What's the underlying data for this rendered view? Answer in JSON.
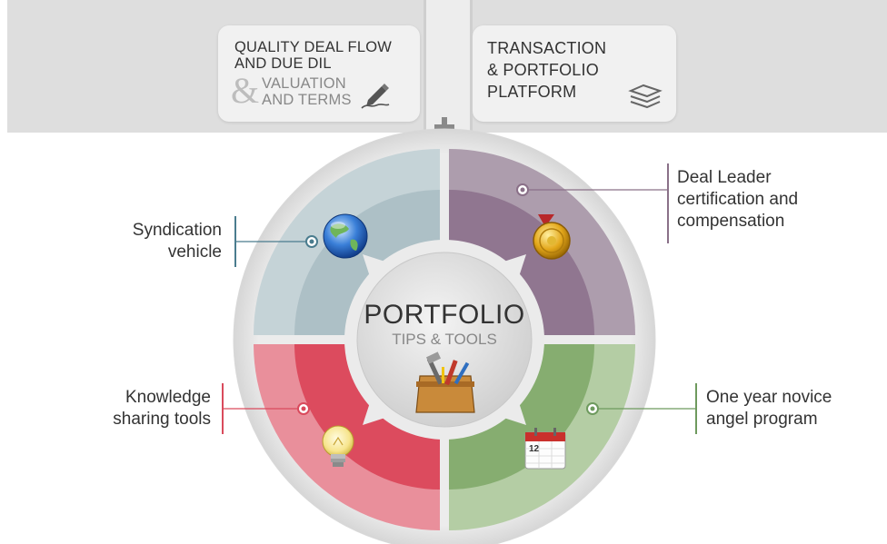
{
  "header": {
    "card_left": {
      "line1": "QUALITY DEAL FLOW",
      "line2": "AND DUE DIL",
      "ampersand": "&",
      "line3": "VALUATION",
      "line4": "AND TERMS",
      "icon": "pen-sign-icon"
    },
    "card_right": {
      "line1": "TRANSACTION",
      "line2": "& PORTFOLIO",
      "line3": "PLATFORM",
      "icon": "paper-stack-icon"
    },
    "connector_icon": "plus-icon"
  },
  "center": {
    "title": "PORTFOLIO",
    "subtitle": "TIPS & TOOLS",
    "icon": "toolbox-icon"
  },
  "segments": [
    {
      "id": "syndication",
      "line1": "Syndication",
      "line2": "vehicle",
      "icon": "globe-icon",
      "color": "#4a7c8e"
    },
    {
      "id": "deal-leader",
      "line1": "Deal Leader",
      "line2": "certification and",
      "line3": "compensation",
      "icon": "medal-icon",
      "color": "#8a7088"
    },
    {
      "id": "knowledge",
      "line1": "Knowledge",
      "line2": "sharing tools",
      "icon": "lightbulb-icon",
      "color": "#d94a5c"
    },
    {
      "id": "novice",
      "line1": "One year novice",
      "line2": "angel program",
      "icon": "calendar-icon",
      "calendar_day": "12",
      "color": "#6e9a5e"
    }
  ],
  "colors": {
    "quad_tl_outer": "#c5d3d7",
    "quad_tl_inner": "#adc0c6",
    "quad_tr_outer": "#ad9dad",
    "quad_tr_inner": "#907690",
    "quad_bl_outer": "#e98f9b",
    "quad_bl_inner": "#dc4b5e",
    "quad_br_outer": "#b4cda4",
    "quad_br_inner": "#86ad70"
  }
}
